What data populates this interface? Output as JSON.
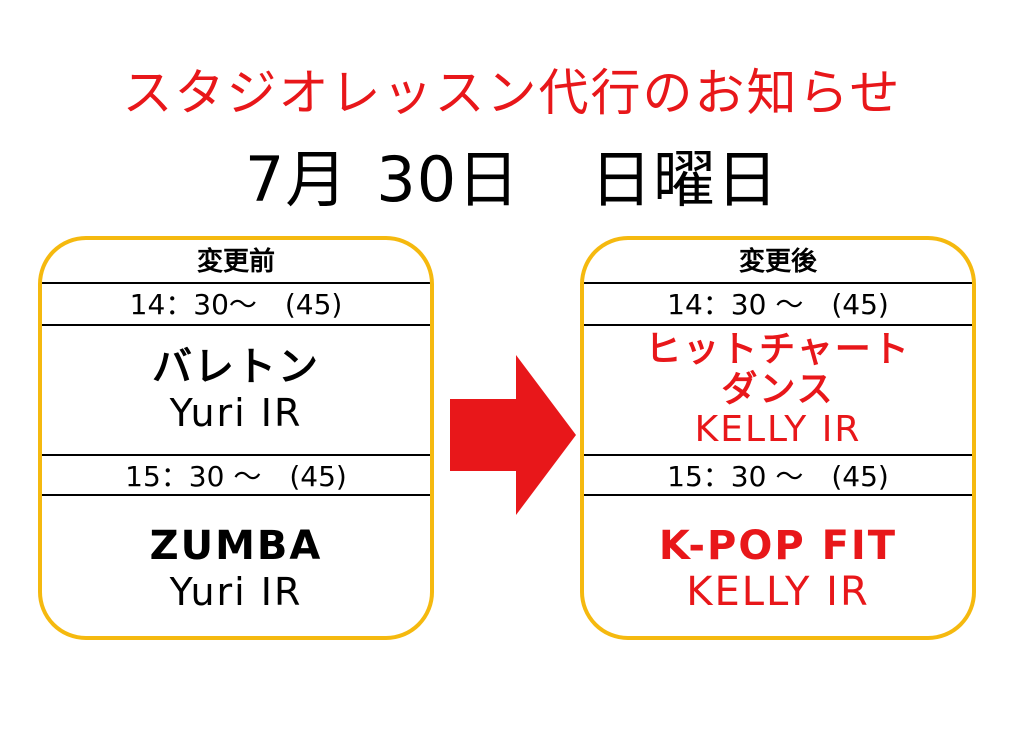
{
  "notice": {
    "title": "スタジオレッスン代行のお知らせ",
    "date": {
      "month": "7月",
      "day": "30日",
      "weekday": "日曜日"
    }
  },
  "before": {
    "header": "変更前",
    "slots": [
      {
        "time": "14：30～　(45)",
        "class_name": "バレトン",
        "instructor": "Yuri IR"
      },
      {
        "time": "15：30 ～　(45)",
        "class_name": "ZUMBA",
        "instructor": "Yuri IR"
      }
    ]
  },
  "after": {
    "header": "変更後",
    "slots": [
      {
        "time": "14：30 ～　(45)",
        "class_name_line1": "ヒットチャート",
        "class_name_line2": "ダンス",
        "instructor": "KELLY IR"
      },
      {
        "time": "15：30 ～　(45)",
        "class_name": "K-POP FIT",
        "instructor": "KELLY IR"
      }
    ]
  },
  "colors": {
    "accent_red": "#e8171a",
    "card_border": "#f5b90f",
    "text": "#000000"
  },
  "icons": {
    "arrow": "right-arrow-icon"
  }
}
